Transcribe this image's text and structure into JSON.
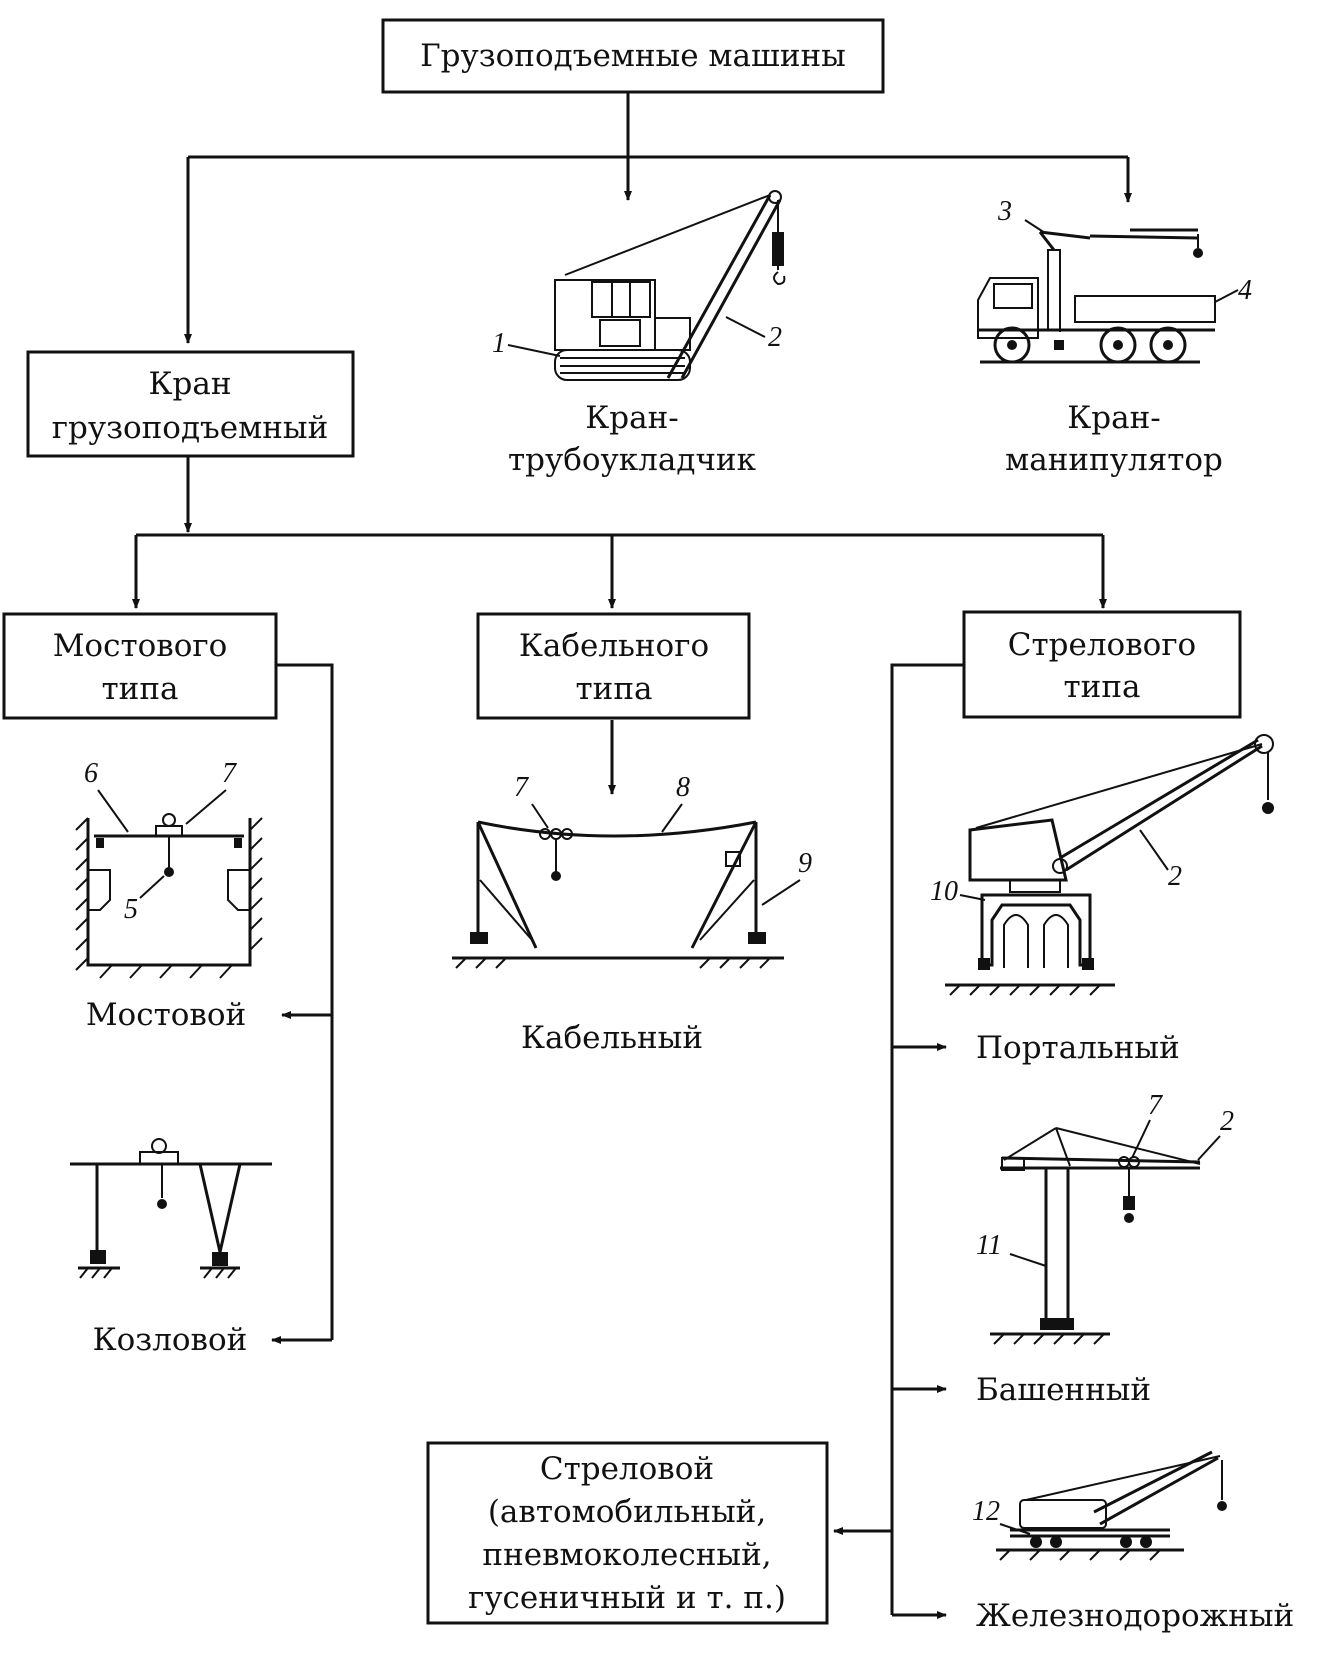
{
  "root": {
    "label": "Грузоподъемные машины"
  },
  "crane_lifting": {
    "line1": "Кран",
    "line2": "грузоподъемный"
  },
  "pipelayer": {
    "line1": "Кран-",
    "line2": "трубоукладчик"
  },
  "manipulator": {
    "line1": "Кран-",
    "line2": "манипулятор"
  },
  "bridge_type": {
    "line1": "Мостового",
    "line2": "типа"
  },
  "cable_type": {
    "line1": "Кабельного",
    "line2": "типа"
  },
  "jib_type": {
    "line1": "Стрелового",
    "line2": "типа"
  },
  "items": {
    "mostovoy": "Мостовой",
    "kozlovoy": "Козловой",
    "kabelny": "Кабельный",
    "portalny": "Портальный",
    "bashenny": "Башенный",
    "zheleznodorozhny": "Железнодорожный"
  },
  "jib_box": {
    "line1": "Стреловой",
    "line2": "(автомобильный,",
    "line3": "пневмоколесный,",
    "line4": "гусеничный и т. п.)"
  },
  "callouts": {
    "n1": "1",
    "n2": "2",
    "n3": "3",
    "n4": "4",
    "n5": "5",
    "n6": "6",
    "n7": "7",
    "n8": "8",
    "n9": "9",
    "n10": "10",
    "n11": "11",
    "n12": "12"
  }
}
